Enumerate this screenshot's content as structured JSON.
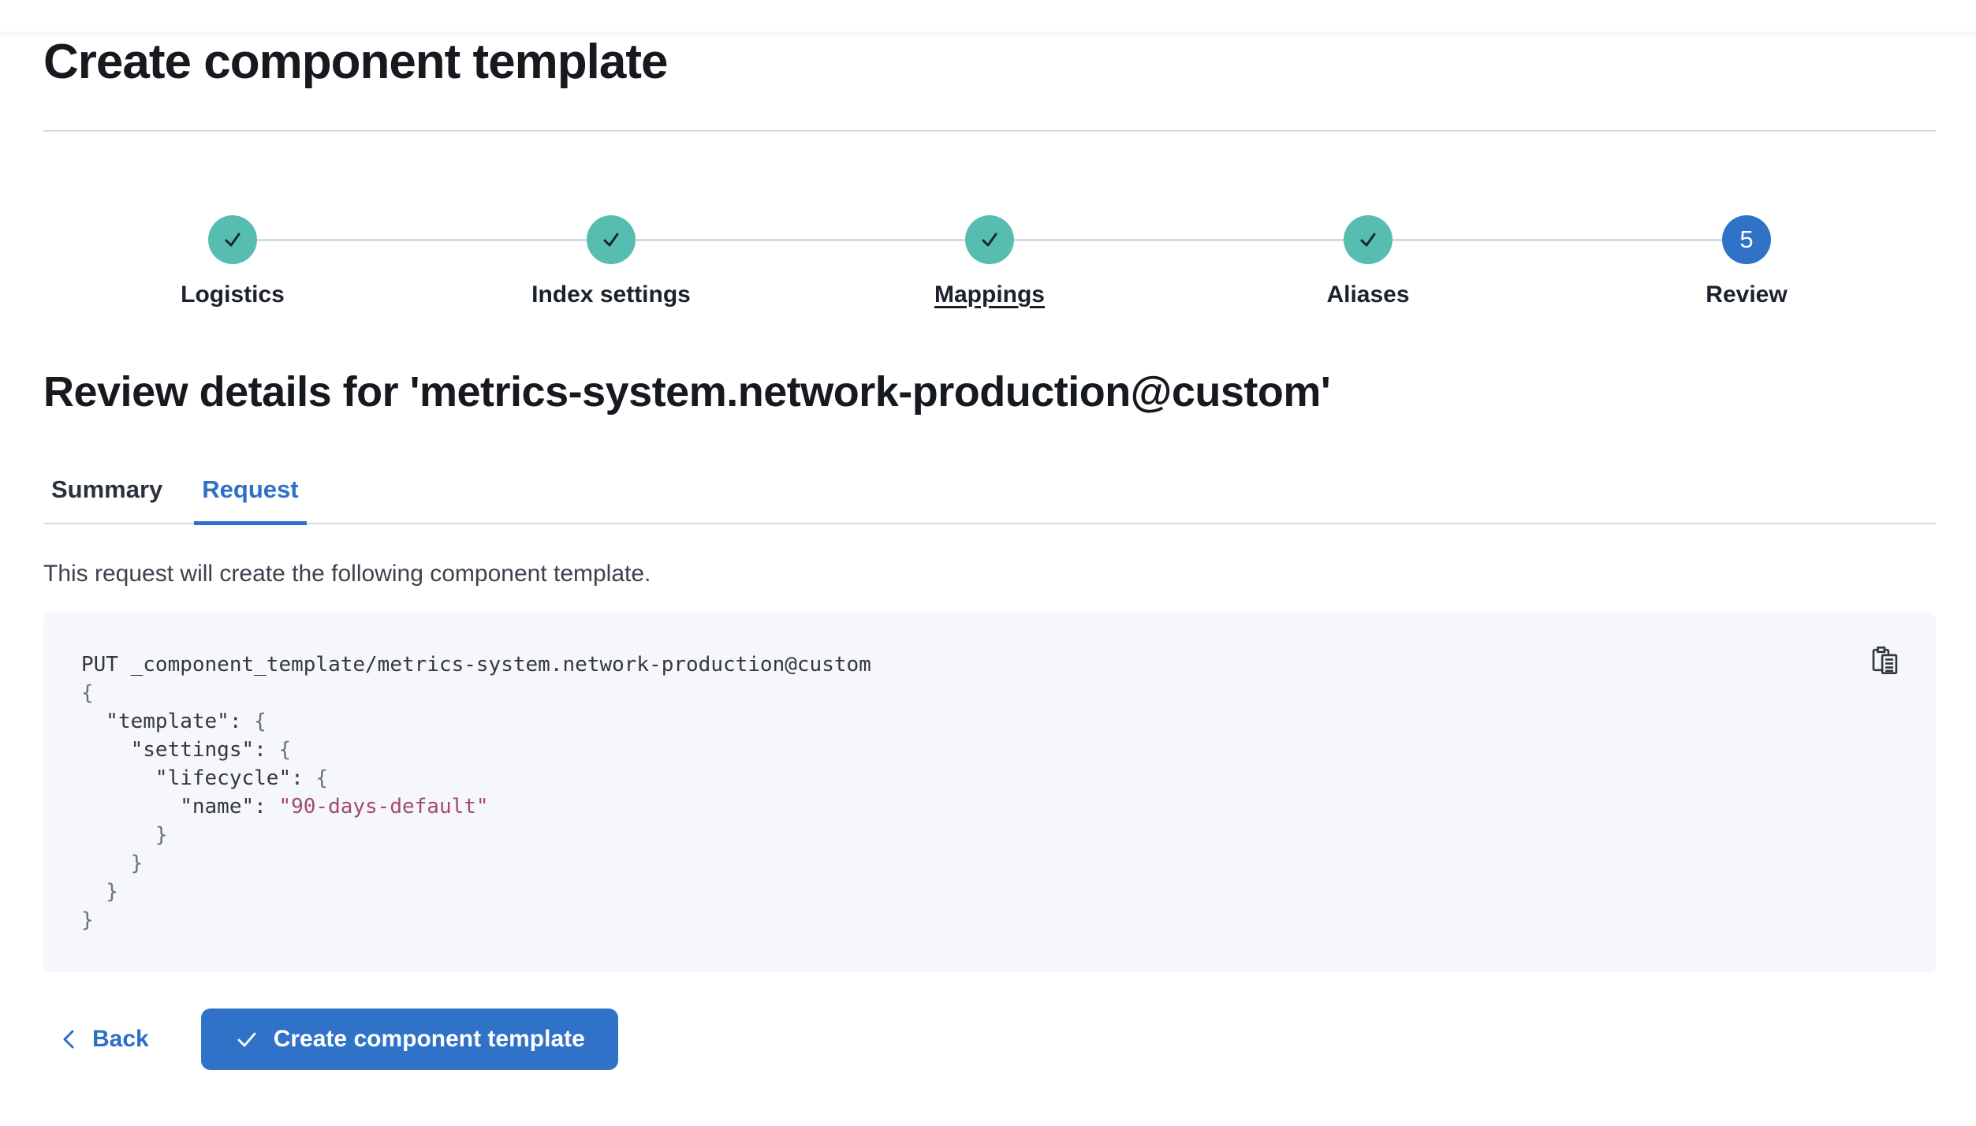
{
  "page": {
    "title": "Create component template"
  },
  "stepper": {
    "steps": [
      {
        "id": "logistics",
        "label": "Logistics",
        "status": "complete"
      },
      {
        "id": "index-settings",
        "label": "Index settings",
        "status": "complete"
      },
      {
        "id": "mappings",
        "label": "Mappings",
        "status": "complete",
        "underlined": true
      },
      {
        "id": "aliases",
        "label": "Aliases",
        "status": "complete"
      },
      {
        "id": "review",
        "label": "Review",
        "status": "current",
        "number": "5"
      }
    ]
  },
  "review": {
    "heading": "Review details for 'metrics-system.network-production@custom'",
    "tabs": [
      {
        "id": "summary",
        "label": "Summary",
        "active": false
      },
      {
        "id": "request",
        "label": "Request",
        "active": true
      }
    ],
    "description": "This request will create the following component template."
  },
  "code": {
    "copy_icon": "copy-clipboard-icon",
    "lines": [
      [
        {
          "text": "PUT _component_template/metrics-system.network-production@custom",
          "type": "plain"
        }
      ],
      [
        {
          "text": "{",
          "type": "punct"
        }
      ],
      [
        {
          "text": "  \"template\": ",
          "type": "plain"
        },
        {
          "text": "{",
          "type": "punct"
        }
      ],
      [
        {
          "text": "    \"settings\": ",
          "type": "plain"
        },
        {
          "text": "{",
          "type": "punct"
        }
      ],
      [
        {
          "text": "      \"lifecycle\": ",
          "type": "plain"
        },
        {
          "text": "{",
          "type": "punct"
        }
      ],
      [
        {
          "text": "        \"name\": ",
          "type": "plain"
        },
        {
          "text": "\"90-days-default\"",
          "type": "string"
        }
      ],
      [
        {
          "text": "      }",
          "type": "punct"
        }
      ],
      [
        {
          "text": "    }",
          "type": "punct"
        }
      ],
      [
        {
          "text": "  }",
          "type": "punct"
        }
      ],
      [
        {
          "text": "}",
          "type": "punct"
        }
      ]
    ]
  },
  "footer": {
    "back_label": "Back",
    "create_label": "Create component template"
  },
  "colors": {
    "primary": "#2F72C8",
    "success": "#56BDB0",
    "border": "#D3DAE6",
    "code_bg": "#F6F7FB",
    "code_plain": "#343741",
    "code_punct": "#69707D",
    "code_string": "#A34B68"
  }
}
